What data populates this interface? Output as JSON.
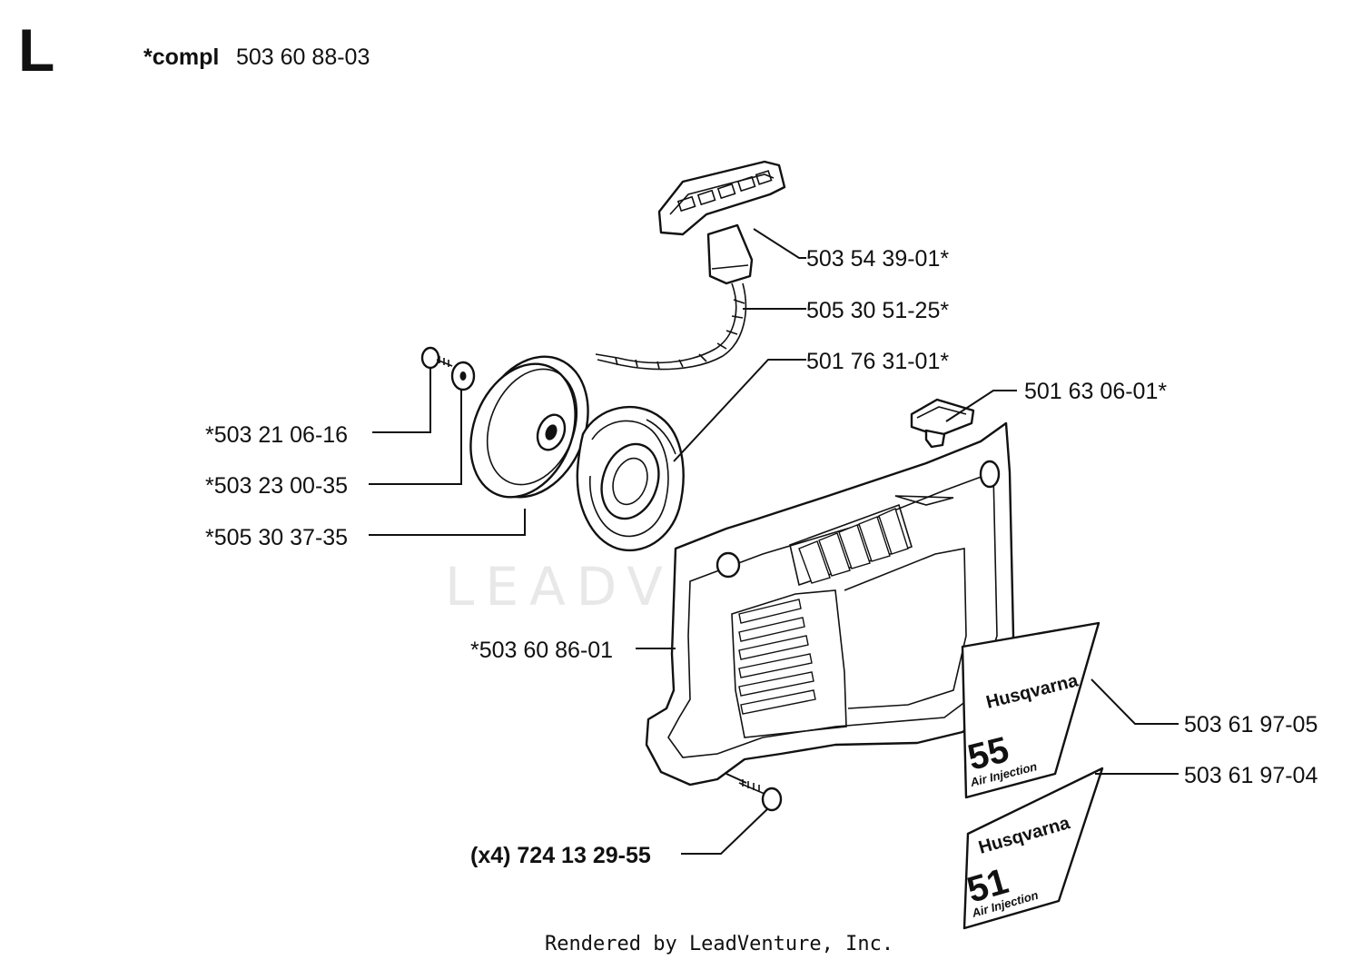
{
  "header": {
    "section_letter": "L",
    "compl_prefix": "*compl",
    "compl_part": "503 60 88-03"
  },
  "parts": {
    "handle": "503 54 39-01*",
    "rope": "505 30 51-25*",
    "spring_cassette": "501 76 31-01*",
    "plug": "501 63 06-01*",
    "screw": "*503 21 06-16",
    "washer": "*503 23 00-35",
    "pulley": "*505 30 37-35",
    "cover": "*503 60 86-01",
    "decal_55": "503 61 97-05",
    "decal_51": "503 61 97-04",
    "cover_screw": "(x4) 724 13 29-55"
  },
  "decals": {
    "brand": "Husqvarna",
    "model_55": "55",
    "model_51": "51",
    "subtitle": "Air Injection"
  },
  "watermark": "LEADVENTURE",
  "footer": "Rendered by LeadVenture, Inc."
}
